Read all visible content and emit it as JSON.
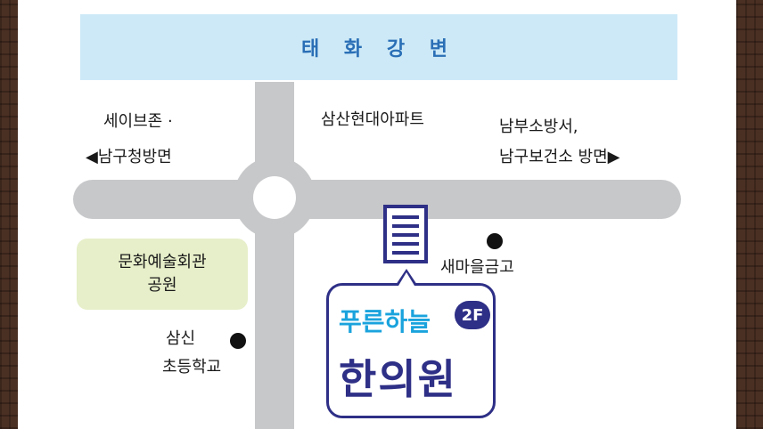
{
  "river": {
    "label": "태 화 강 변"
  },
  "roads": {
    "left_direction": {
      "line1": "세이브존 ·",
      "line2": "◀남구청방면"
    },
    "right_direction": {
      "line1": "남부소방서,",
      "line2": "남구보건소 방면▶"
    }
  },
  "landmarks": {
    "apartment": "삼산현대아파트",
    "park": {
      "line1": "문화예술회관",
      "line2": "공원"
    },
    "credit_union": "새마을금고",
    "school": {
      "line1": "삼신",
      "line2": "초등학교"
    }
  },
  "clinic": {
    "sky_text": "푸른하늘",
    "floor_badge": "2F",
    "name": "한의원",
    "accent_color": "#1aa3dd",
    "brand_color": "#2e2f86"
  },
  "colors": {
    "river": "#cde9f7",
    "road": "#c7c8ca",
    "park": "#e6efc9",
    "frame": "#4a2f23"
  }
}
